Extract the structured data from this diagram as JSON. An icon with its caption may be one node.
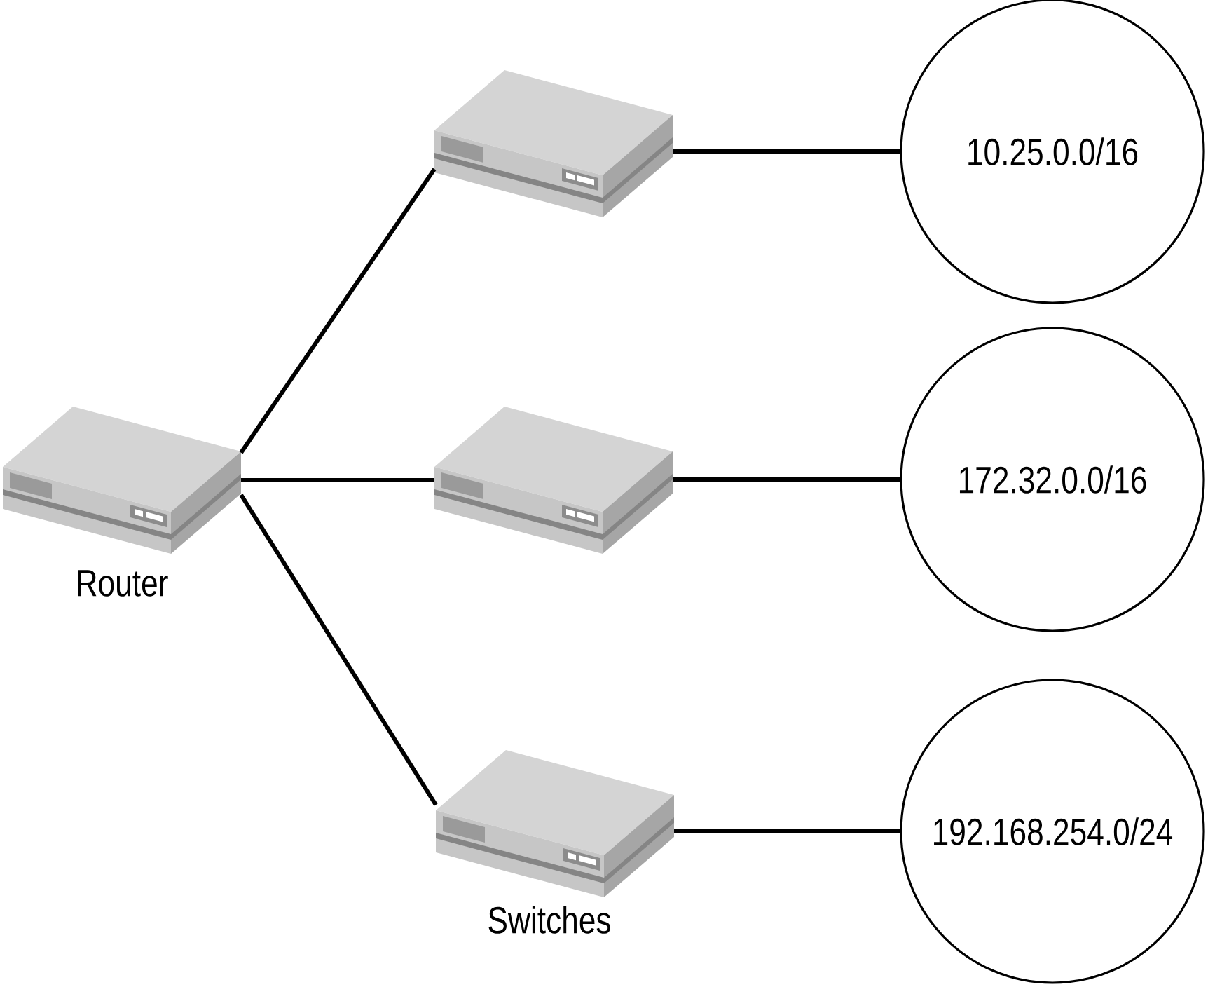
{
  "diagram": {
    "nodes": [
      {
        "text": [],
        "shape": "picture",
        "beside": [
          "Router"
        ]
      },
      {
        "text": [],
        "shape": "picture"
      },
      {
        "text": [],
        "shape": "picture"
      },
      {
        "text": [],
        "shape": "picture"
      },
      {
        "text": [
          "10.25.0.0/16"
        ]
      },
      {
        "text": [
          "172.32.0.0/16"
        ]
      },
      {
        "text": [
          "192.168.254.0/24"
        ]
      }
    ],
    "edges": [
      {
        "from": 0,
        "to": 1,
        "arrow": "none"
      },
      {
        "from": 0,
        "to": 2,
        "arrow": "none"
      },
      {
        "from": 0,
        "to": 3,
        "arrow": "none"
      },
      {
        "from": 1,
        "to": 4,
        "arrow": "none"
      },
      {
        "from": 2,
        "to": 5,
        "arrow": "none"
      },
      {
        "from": 3,
        "to": 6,
        "arrow": "none"
      }
    ],
    "labels": [
      "Switches"
    ]
  }
}
